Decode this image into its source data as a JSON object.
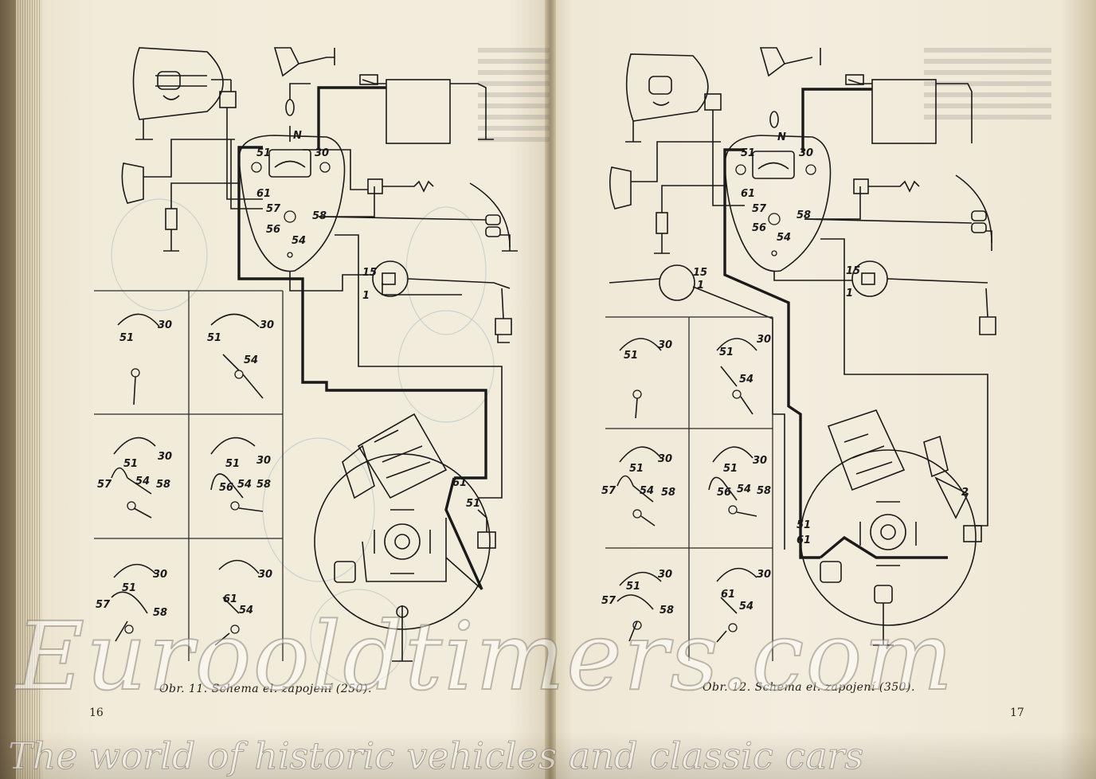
{
  "left_page": {
    "caption": "Obr. 11. Schema el. zapojení (250).",
    "page_number": "16",
    "terminal_labels": {
      "n": "N",
      "t30": "30",
      "t51": "51",
      "t61": "61",
      "t57": "57",
      "t56": "56",
      "t58": "58",
      "t54": "54",
      "t15": "15",
      "t1": "1"
    },
    "switch_positions": [
      {
        "labels": [
          "51",
          "30"
        ]
      },
      {
        "labels": [
          "51",
          "30",
          "54"
        ]
      },
      {
        "labels": [
          "51",
          "30",
          "57",
          "54",
          "58"
        ]
      },
      {
        "labels": [
          "51",
          "30",
          "56",
          "54",
          "58"
        ]
      },
      {
        "labels": [
          "30",
          "51",
          "57",
          "58"
        ]
      },
      {
        "labels": [
          "30",
          "61",
          "54"
        ]
      }
    ],
    "dynamo_labels": {
      "a": "61",
      "b": "51"
    }
  },
  "right_page": {
    "caption": "Obr. 12. Schema el. zapojení (350).",
    "page_number": "17",
    "terminal_labels": {
      "n": "N",
      "t30": "30",
      "t51": "51",
      "t61": "61",
      "t57": "57",
      "t56": "56",
      "t58": "58",
      "t54": "54",
      "t15": "15",
      "t1": "1"
    },
    "extra_terminals": {
      "a": "15",
      "b": "1",
      "c": "2"
    },
    "switch_positions": [
      {
        "labels": [
          "51",
          "30"
        ]
      },
      {
        "labels": [
          "51",
          "30",
          "54"
        ]
      },
      {
        "labels": [
          "51",
          "30",
          "57",
          "54",
          "58"
        ]
      },
      {
        "labels": [
          "51",
          "30",
          "56",
          "54",
          "58"
        ]
      },
      {
        "labels": [
          "30",
          "51",
          "57",
          "58"
        ]
      },
      {
        "labels": [
          "30",
          "61",
          "54"
        ]
      }
    ],
    "dynamo_labels": {
      "a": "51",
      "b": "61"
    }
  },
  "watermark": {
    "main": "Eurooldtimers.com",
    "sub": "The world of historic vehicles and classic cars"
  },
  "colors": {
    "ink": "#1a1a1a",
    "paper": "#f2ecdc",
    "ghost": "#9fb7b9"
  }
}
